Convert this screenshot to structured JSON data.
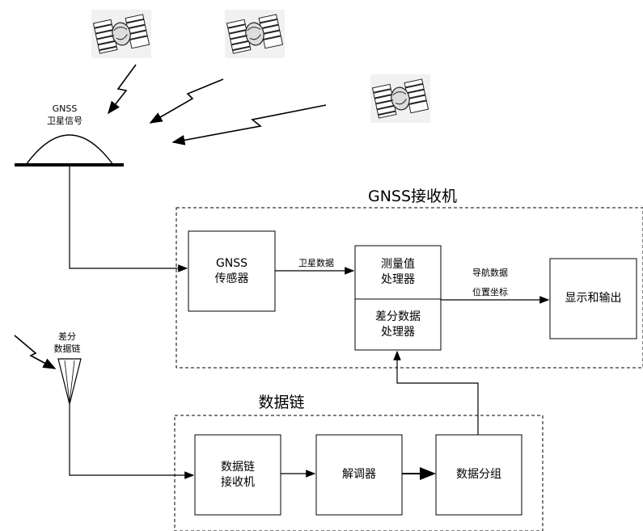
{
  "antenna": {
    "gnss_label": "GNSS\n卫星信号",
    "diff_label": "差分\n数据链"
  },
  "regions": {
    "receiver_title": "GNSS接收机",
    "datalink_title": "数据链"
  },
  "blocks": {
    "sensor": "GNSS\n传感器",
    "measure": "测量值\n处理器",
    "diff": "差分数据\n处理器",
    "display": "显示和输出",
    "dl_receiver": "数据链\n接收机",
    "demod": "解调器",
    "packet": "数据分组"
  },
  "edges": {
    "sat_data": "卫星数据",
    "nav_data": "导航数据",
    "position": "位置坐标"
  },
  "icons": {
    "satellite": "satellite-icon",
    "dish": "dish-antenna-icon",
    "horn": "horn-antenna-icon"
  }
}
